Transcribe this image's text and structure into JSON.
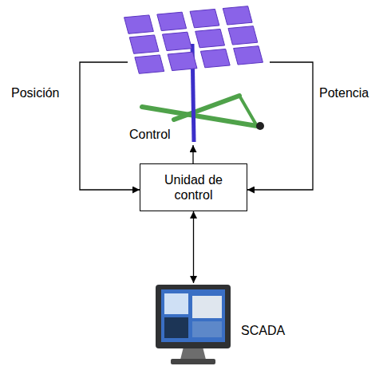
{
  "diagram": {
    "nodes": [
      {
        "text": [
          "Unidad de control"
        ]
      },
      {
        "text": [
          "SCADA"
        ]
      }
    ],
    "edges": [
      {
        "from": 0,
        "to": 1,
        "arrow": "both"
      }
    ],
    "labels": [
      "Posición",
      "Control",
      "Potencia"
    ]
  }
}
